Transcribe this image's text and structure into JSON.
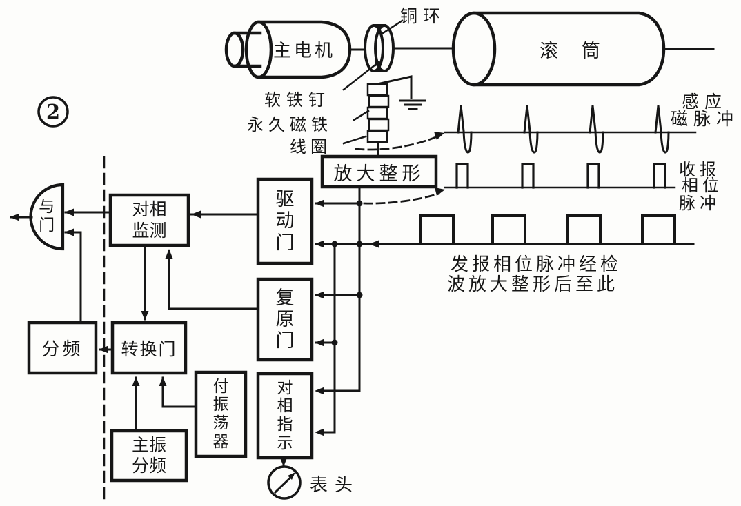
{
  "figure": {
    "number": "2"
  },
  "machine": {
    "motor_label": "主电机",
    "copper_ring_label": "铜环",
    "soft_iron_nail_label": "软铁钉",
    "permanent_magnet_label": "永久磁铁",
    "coil_label": "线圈",
    "drum_label": "滚筒"
  },
  "signals": {
    "induced_magnetic_pulse_line1": "感应",
    "induced_magnetic_pulse_line2": "磁脉冲",
    "receive_phase_pulse_line1": "收报",
    "receive_phase_pulse_line2": "相位",
    "receive_phase_pulse_line3": "脉冲",
    "transmit_note_line1": "发报相位脉冲经检",
    "transmit_note_line2": "波放大整形后至此"
  },
  "blocks": {
    "amplifier_shaper": "放大整形",
    "and_gate": "与门",
    "phase_monitor": "对相监测",
    "drive_gate": "驱动门",
    "restore_gate": "复原门",
    "phase_indicator": "对相指示",
    "frequency_divider": "分频",
    "transfer_gate": "转换门",
    "main_osc_divider": "主振分频",
    "aux_oscillator": "付振荡器",
    "meter_label": "表头"
  },
  "icons": {
    "ground": "ground-symbol",
    "meter": "analog-meter-dial"
  },
  "colors": {
    "ink": "#161616",
    "background": "#fdfdfb"
  }
}
